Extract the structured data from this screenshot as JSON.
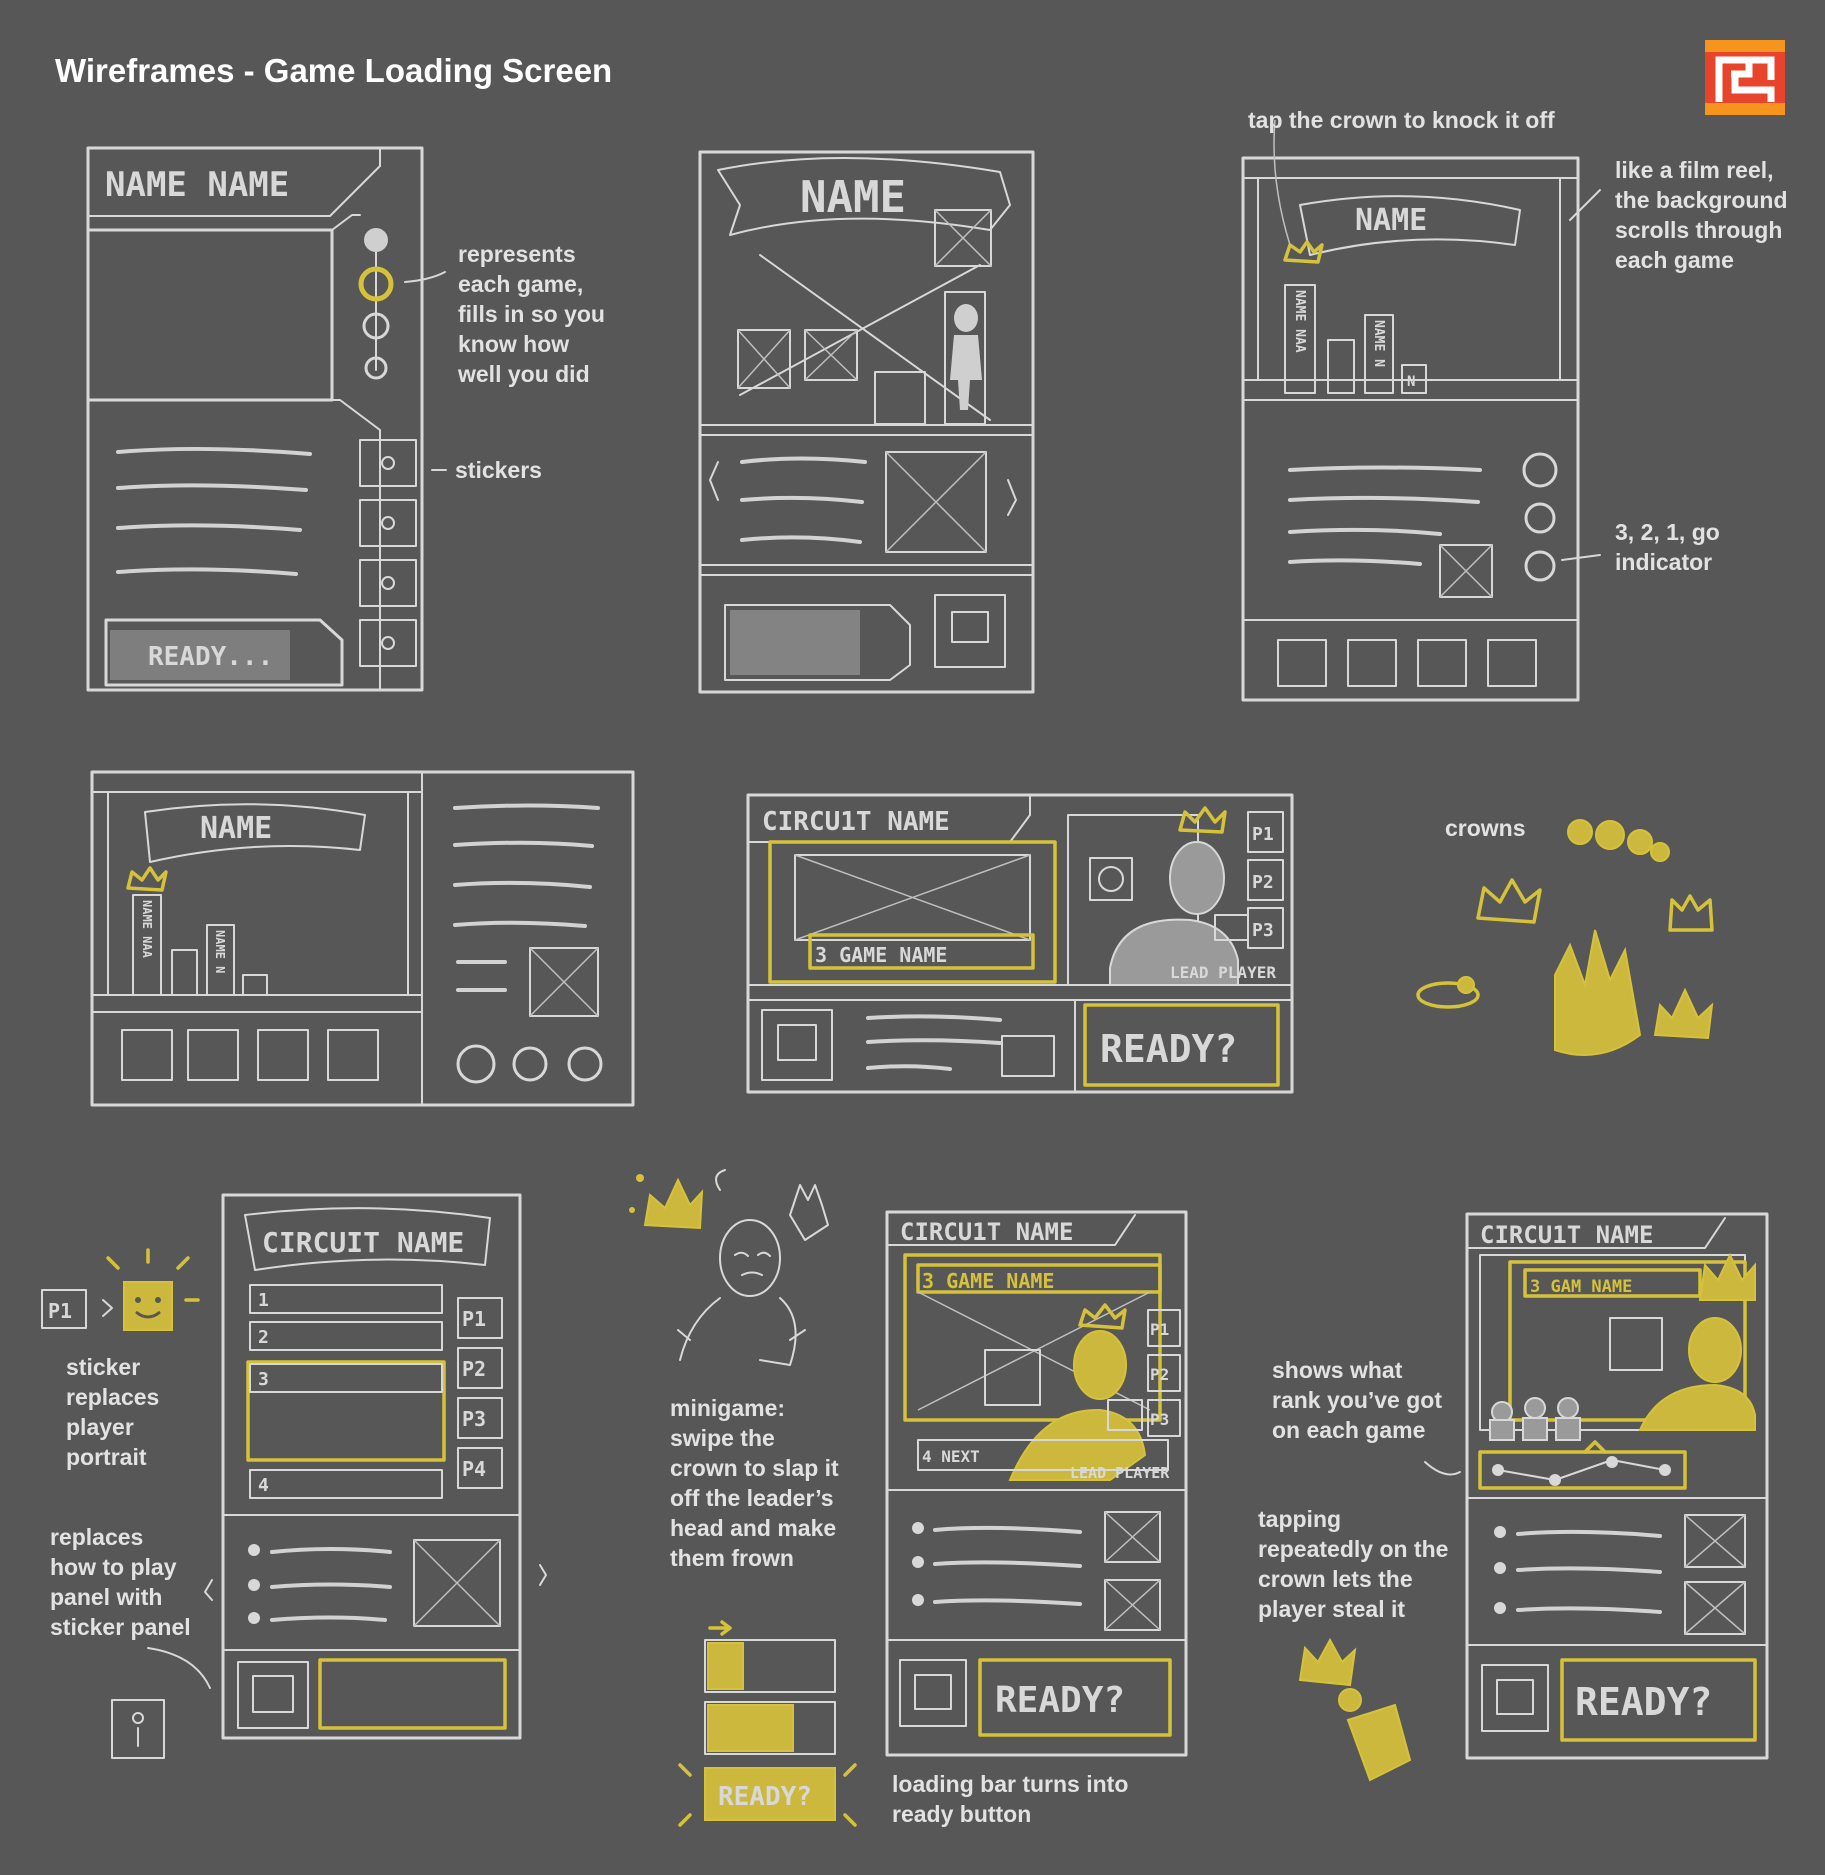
{
  "title": "Wireframes - Game Loading Screen",
  "logo": {
    "name": "studio-logo",
    "colors": [
      "#e8432b",
      "#f7941d",
      "#ffffff"
    ]
  },
  "colors": {
    "background": "#575757",
    "sketch": "#d8d8d8",
    "accent": "#d6c23a"
  },
  "sketch_text": {
    "name_name": "NAME  NAME",
    "ready_ellipsis": "READY...",
    "name": "NAME",
    "name_n": "NAME N",
    "name_naa": "NAME NAA",
    "n": "N",
    "circuit_name": "CIRCUIT  NAME",
    "circuit_name_alt": "CIRCU1T  NAME",
    "game_name_row": "3 GAME  NAME",
    "game_name_short": "3 GAM  NAME",
    "lead_player": "LEAD PLAYER",
    "ready_q": "READY?",
    "p1": "P1",
    "p2": "P2",
    "p3": "P3",
    "p4": "P4",
    "rank1": "1",
    "rank2": "2",
    "rank3": "3",
    "rank4": "4",
    "next": "4 NEXT"
  },
  "annotations": {
    "represents": [
      "represents",
      "each game,",
      "fills in so you",
      "know how",
      "well you did"
    ],
    "stickers": "stickers",
    "tap_crown": "tap the crown to knock it off",
    "film_reel": [
      "like a film reel,",
      "the background",
      "scrolls through",
      "each game"
    ],
    "countdown": [
      "3, 2, 1, go",
      "indicator"
    ],
    "crowns": "crowns",
    "sticker_replaces": [
      "sticker",
      "replaces",
      "player",
      "portrait"
    ],
    "replaces_panel": [
      "replaces",
      "how to play",
      "panel with",
      "sticker panel"
    ],
    "minigame": [
      "minigame:",
      "swipe the",
      "crown to slap it",
      "off the leader’s",
      "head and make",
      "them frown"
    ],
    "loading_bar": [
      "loading bar turns into",
      "ready button"
    ],
    "shows_rank": [
      "shows what",
      "rank you’ve got",
      "on each game"
    ],
    "tapping": [
      "tapping",
      "repeatedly on the",
      "crown lets the",
      "player steal it"
    ]
  }
}
